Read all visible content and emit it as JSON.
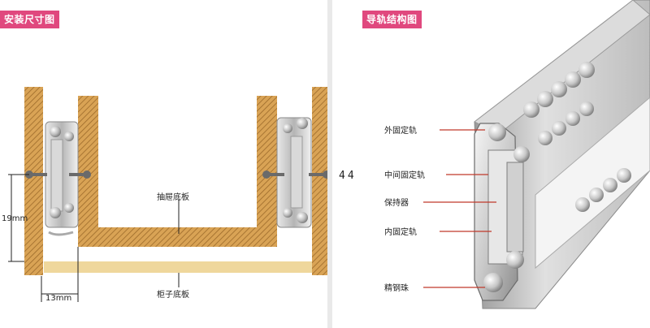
{
  "left": {
    "tag": "安装尺寸图",
    "labels": {
      "drawer_bottom": "抽屉底板",
      "cabinet_bottom": "柜子底板"
    },
    "dims": {
      "height": "19mm",
      "gap": "13mm",
      "rail": "44"
    }
  },
  "right": {
    "tag": "导轨结构图",
    "parts": [
      "外固定轨",
      "中间固定轨",
      "保持器",
      "内固定轨",
      "精钢珠"
    ]
  },
  "colors": {
    "tag": "#e0487e",
    "wood": "#d8a253",
    "board": "#efd79c",
    "steel": "#9a9a9a",
    "leader": "#c0392b"
  }
}
